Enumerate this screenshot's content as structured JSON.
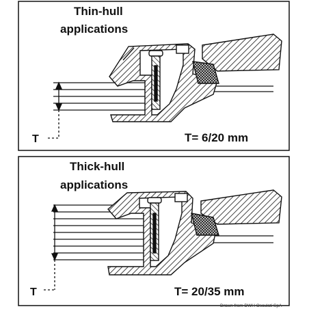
{
  "panels": [
    {
      "title_line1": "Thin-hull",
      "title_line2": "applications",
      "t_label": "T",
      "measurement": "T= 6/20 mm"
    },
    {
      "title_line1": "Thick-hull",
      "title_line2": "applications",
      "t_label": "T",
      "measurement": "T= 20/35 mm"
    }
  ],
  "credit": "Drawn from DWH Osculati SpA",
  "colors": {
    "ink": "#111111",
    "panel_fill": "#ffffff",
    "background": "#ffffff"
  }
}
